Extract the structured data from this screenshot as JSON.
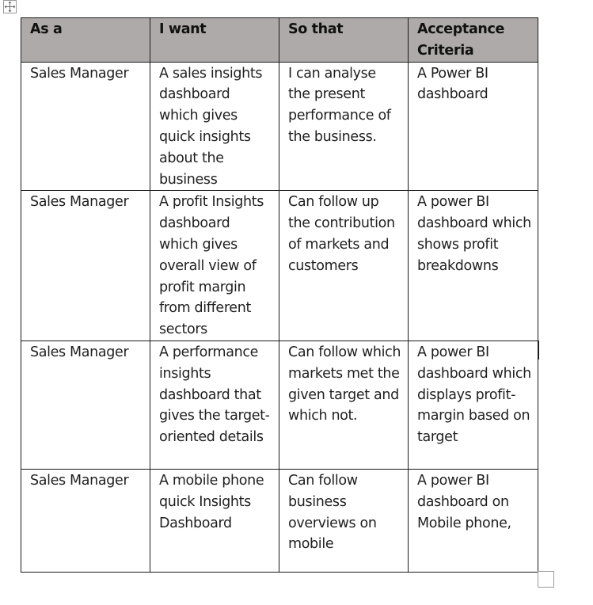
{
  "table": {
    "headers": [
      "As a",
      "I want",
      "So that",
      "Acceptance Criteria"
    ],
    "rows": [
      {
        "as_a": "Sales Manager",
        "i_want": "A sales insights dashboard which gives quick insights about the business",
        "so_that": "I can analyse the present performance of the business.",
        "acceptance": "A Power BI dashboard"
      },
      {
        "as_a": "Sales Manager",
        "i_want": "A profit Insights dashboard which gives overall view of profit margin from different sectors",
        "so_that": "Can follow up the contribution of markets and customers",
        "acceptance": "A power BI dashboard which shows profit breakdowns"
      },
      {
        "as_a": "Sales Manager",
        "i_want": "A performance insights dashboard that gives the target-oriented details",
        "so_that": "Can follow which markets met the given target and which not.",
        "acceptance": "A power BI dashboard which displays profit-margin based on target"
      },
      {
        "as_a": "Sales Manager",
        "i_want": "A mobile phone quick Insights Dashboard",
        "so_that": "Can follow business overviews on mobile",
        "acceptance": "A power BI dashboard on Mobile phone,"
      }
    ]
  },
  "icons": {
    "move_handle": "move-arrows-icon",
    "resize_handle": "table-resize-handle-icon"
  }
}
